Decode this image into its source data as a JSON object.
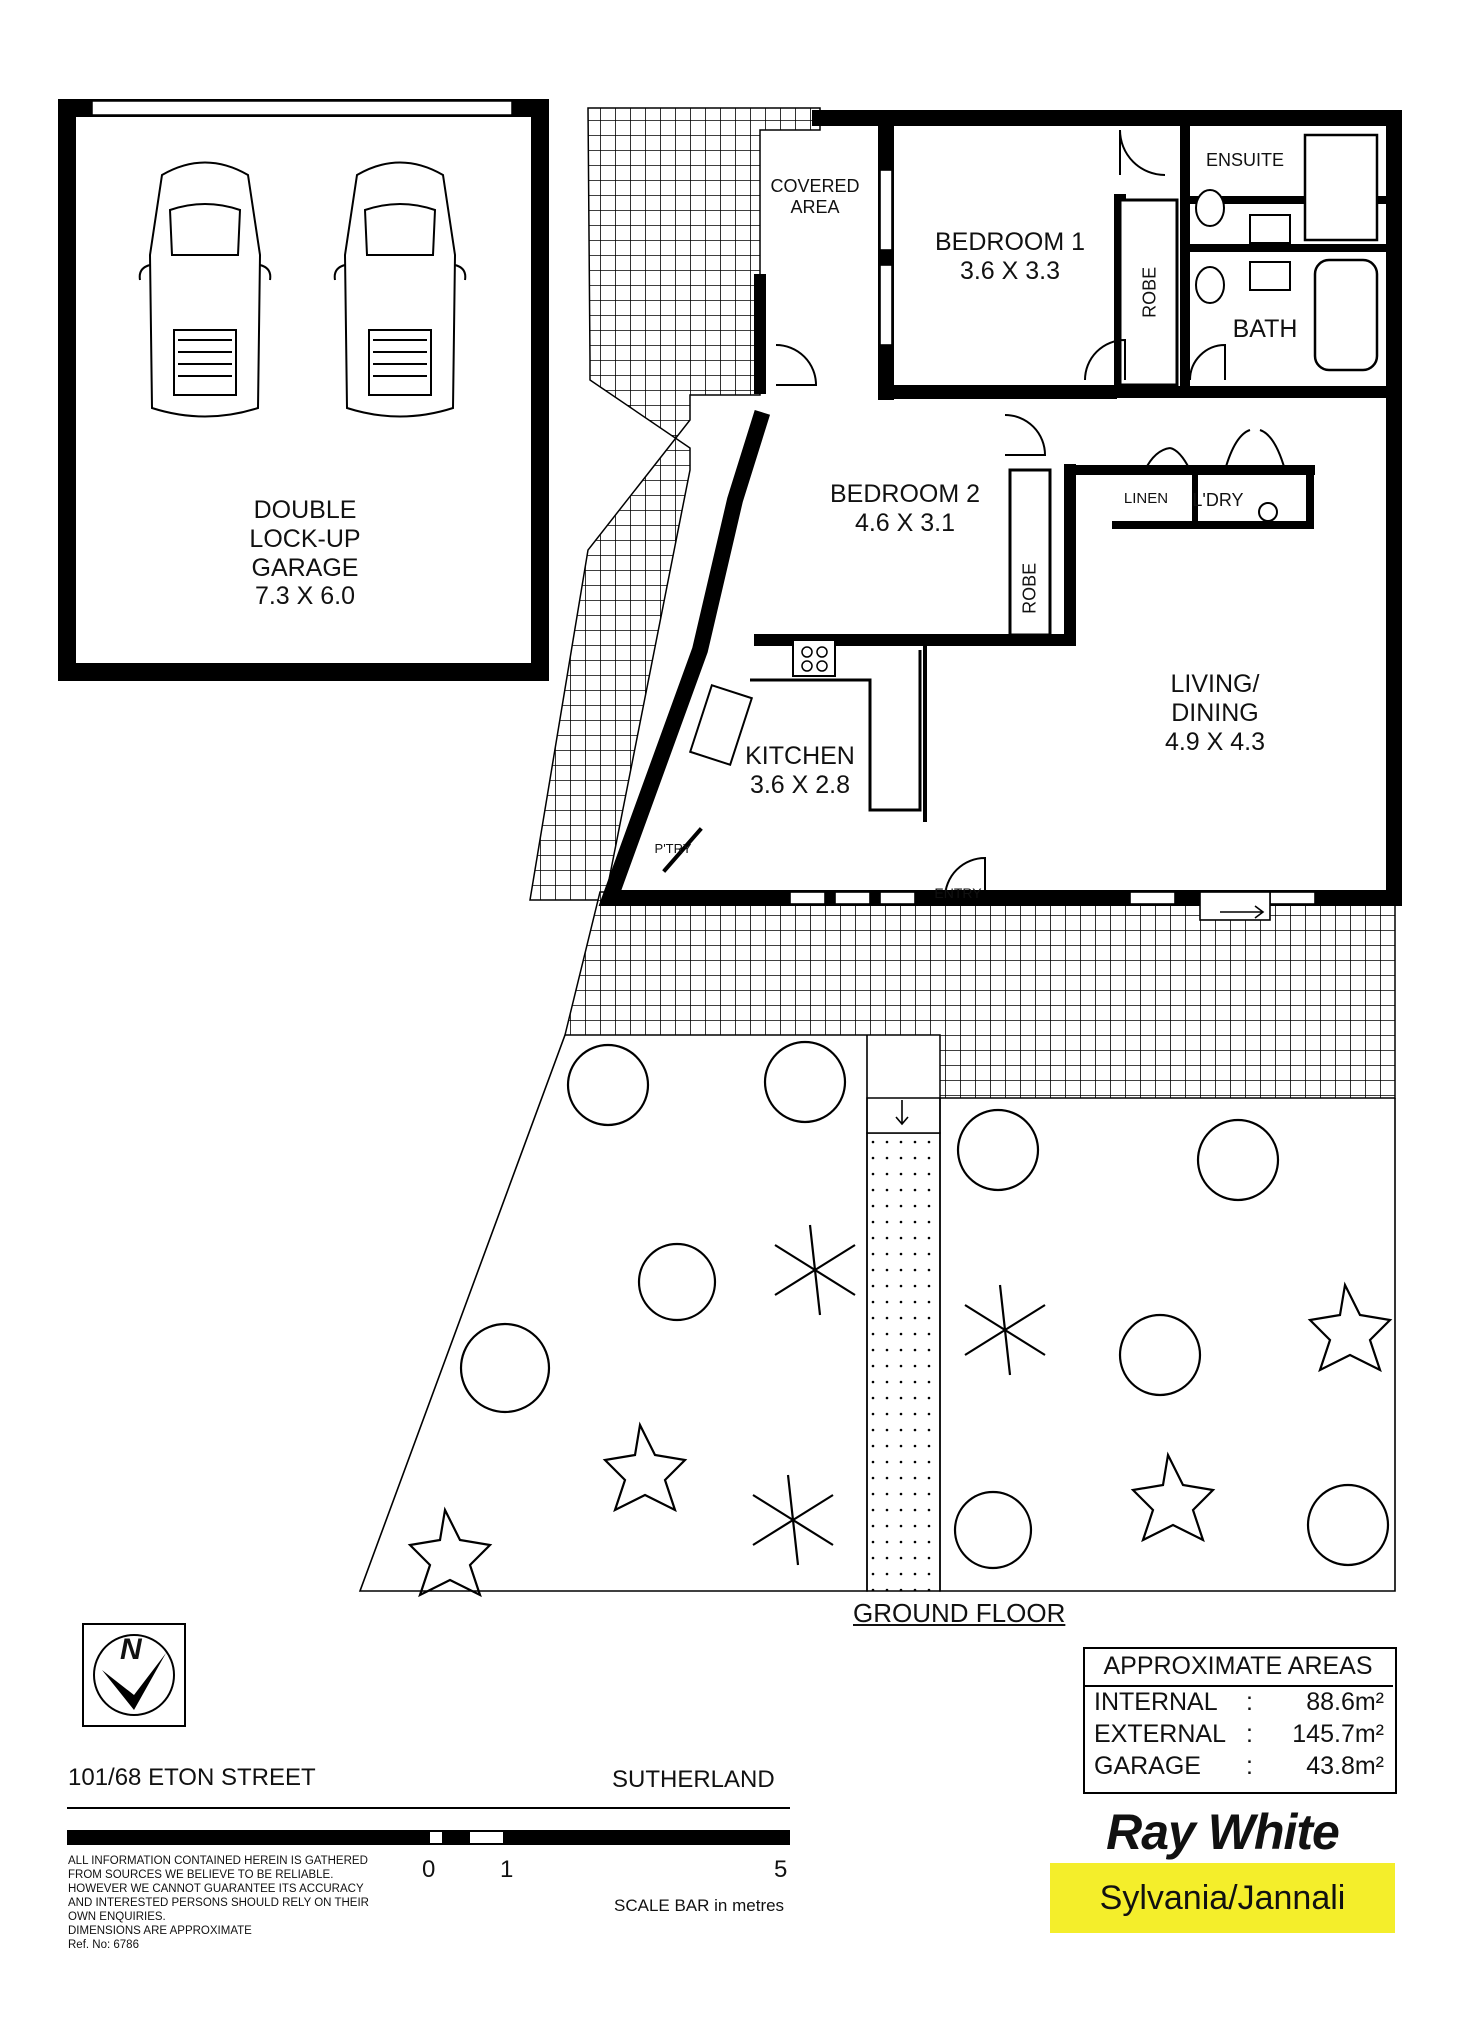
{
  "floor_title": "GROUND FLOOR",
  "rooms": {
    "garage": {
      "name_lines": [
        "DOUBLE",
        "LOCK-UP",
        "GARAGE"
      ],
      "dims": "7.3 X 6.0"
    },
    "bedroom1": {
      "name": "BEDROOM 1",
      "dims": "3.6 X 3.3"
    },
    "bedroom2": {
      "name": "BEDROOM 2",
      "dims": "4.6 X 3.1"
    },
    "kitchen": {
      "name": "KITCHEN",
      "dims": "3.6 X 2.8"
    },
    "living": {
      "name_lines": [
        "LIVING/",
        "DINING"
      ],
      "dims": "4.9 X 4.3"
    },
    "ensuite": "ENSUITE",
    "bath": "BATH",
    "robe1": "ROBE",
    "robe2": "ROBE",
    "linen": "LINEN",
    "laundry": "L'DRY",
    "pantry": "P'TRY",
    "entry": "ENTRY",
    "covered_area_lines": [
      "COVERED",
      "AREA"
    ]
  },
  "north_label": "N",
  "address": "101/68 ETON STREET",
  "suburb": "SUTHERLAND",
  "scale": {
    "ticks": [
      "0",
      "1",
      "5"
    ],
    "caption": "SCALE BAR in metres"
  },
  "disclaimer": "ALL INFORMATION CONTAINED HEREIN IS GATHERED\nFROM SOURCES WE BELIEVE TO BE RELIABLE.\nHOWEVER WE CANNOT GUARANTEE ITS ACCURACY\nAND INTERESTED PERSONS SHOULD RELY ON THEIR\nOWN ENQUIRIES.\nDIMENSIONS ARE APPROXIMATE\nRef. No: 6786",
  "areas": {
    "heading": "APPROXIMATE AREAS",
    "rows": [
      {
        "label": "INTERNAL",
        "sep": ":",
        "value": "88.6m²"
      },
      {
        "label": "EXTERNAL",
        "sep": ":",
        "value": "145.7m²"
      },
      {
        "label": "GARAGE",
        "sep": ":",
        "value": "43.8m²"
      }
    ]
  },
  "agency": {
    "brand": "Ray White",
    "office": "Sylvania/Jannali",
    "brand_color": "#f4ee2b"
  }
}
